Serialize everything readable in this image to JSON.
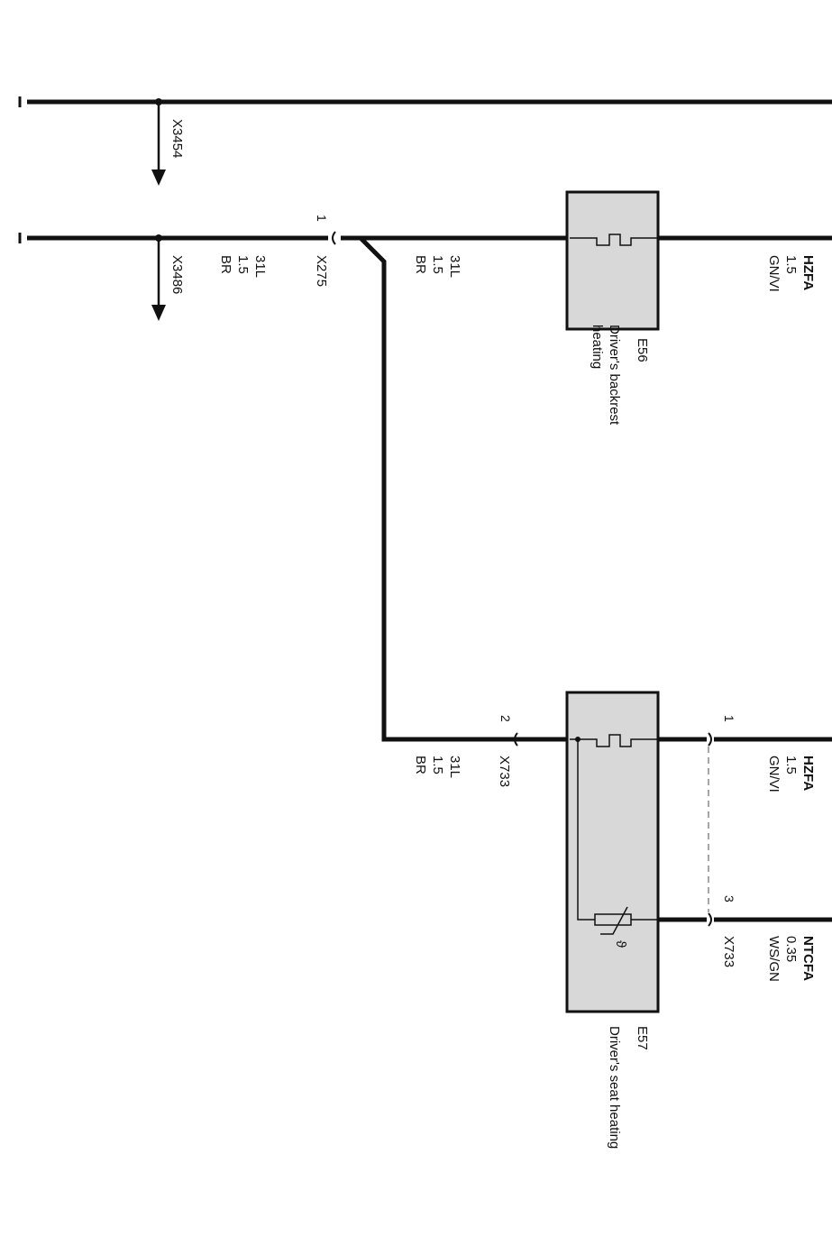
{
  "connectors": {
    "x3454": "X3454",
    "x3486": "X3486",
    "x275": "X275",
    "x275_pin": "1",
    "x733_left": "X733",
    "x733_left_pin": "2",
    "x733_right": "X733",
    "x733_pin1": "1",
    "x733_pin3": "3"
  },
  "wires": {
    "left_31l": {
      "code": "31L",
      "size": "1.5",
      "color": "BR"
    },
    "branch_31l": {
      "code": "31L",
      "size": "1.5",
      "color": "BR"
    },
    "lower_31l": {
      "code": "31L",
      "size": "1.5",
      "color": "BR"
    },
    "hzfa_top": {
      "code": "HZFA",
      "size": "1.5",
      "color": "GN/VI"
    },
    "hzfa_bottom": {
      "code": "HZFA",
      "size": "1.5",
      "color": "GN/VI"
    },
    "ntcfa": {
      "code": "NTCFA",
      "size": "0.35",
      "color": "WS/GN"
    }
  },
  "components": {
    "e56": {
      "id": "E56",
      "line1": "Driver's backrest",
      "line2": "heating"
    },
    "e57": {
      "id": "E57",
      "line1": "Driver's seat heating"
    }
  },
  "symbols": {
    "ntc": "ϑ"
  }
}
